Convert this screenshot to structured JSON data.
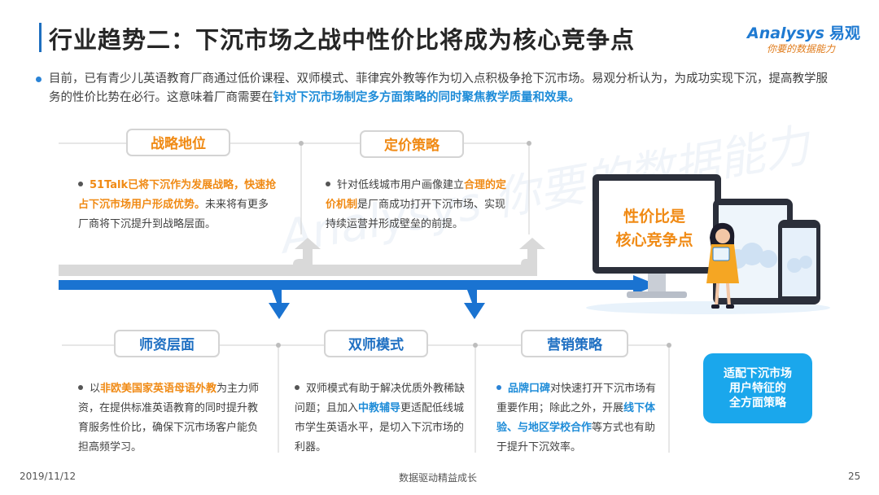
{
  "header": {
    "title": "行业趋势二：下沉市场之战中性价比将成为核心竞争点"
  },
  "logo": {
    "brand": "Analysys",
    "brand_cn": "易观",
    "tagline": "你要的数据能力"
  },
  "intro": {
    "text_before": "目前，已有青少儿英语教育厂商通过低价课程、双师模式、菲律宾外教等作为切入点积极争抢下沉市场。易观分析认为，为成功实现下沉，提高教学服务的性价比势在必行。这意味着厂商需要在",
    "highlight": "针对下沉市场制定多方面策略的同时聚焦教学质量和效果。"
  },
  "top_cards": [
    {
      "title": "战略地位",
      "highlight": "51Talk已将下沉作为发展战略，快速抢占下沉市场用户形成优势。",
      "text_after": "未来将有更多厂商将下沉提升到战略层面。"
    },
    {
      "title": "定价策略",
      "text_before": "针对低线城市用户画像建立",
      "highlight": "合理的定价机制",
      "text_after": "是厂商成功打开下沉市场、实现持续运营并形成壁垒的前提。"
    }
  ],
  "bottom_cards": [
    {
      "title": "师资层面",
      "text_before": "以",
      "highlight": "非欧美国家英语母语外教",
      "text_after": "为主力师资，在提供标准英语教育的同时提升教育服务性价比，确保下沉市场客户能负担高频学习。"
    },
    {
      "title": "双师模式",
      "text_before": "双师模式有助于解决优质外教稀缺问题；且加入",
      "highlight": "中教辅导",
      "text_after": "更适配低线城市学生英语水平，是切入下沉市场的利器。"
    },
    {
      "title": "营销策略",
      "highlight1": "品牌口碑",
      "text_mid": "对快速打开下沉市场有重要作用；除此之外，开展",
      "highlight2": "线下体验、与地区学校合作",
      "text_after": "等方式也有助于提升下沉效率。"
    }
  ],
  "illustration": {
    "screen_line1": "性价比是",
    "screen_line2": "核心竞争点"
  },
  "summary": {
    "line1": "适配下沉市场",
    "line2": "用户特征的",
    "line3": "全方面策略"
  },
  "footer": {
    "date": "2019/11/12",
    "slogan": "数据驱动精益成长",
    "page_number": "25"
  },
  "colors": {
    "accent_blue": "#1e6fc2",
    "arrow_blue": "#1a73d1",
    "highlight_orange": "#f08a14",
    "summary_box": "#1aa7ec"
  }
}
